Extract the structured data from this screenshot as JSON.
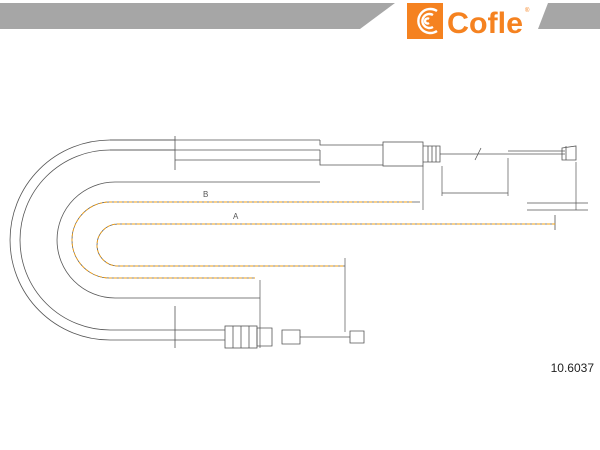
{
  "brand": {
    "name": "Cofle",
    "registered_mark": "®",
    "color": "#f58220"
  },
  "header": {
    "band_color": "#a6a6a6"
  },
  "drawing": {
    "line_color": "#555555",
    "dimension_color": "#f3a012",
    "dimensions": [
      {
        "label": "B"
      },
      {
        "label": "A"
      }
    ]
  },
  "part_number": "10.6037"
}
